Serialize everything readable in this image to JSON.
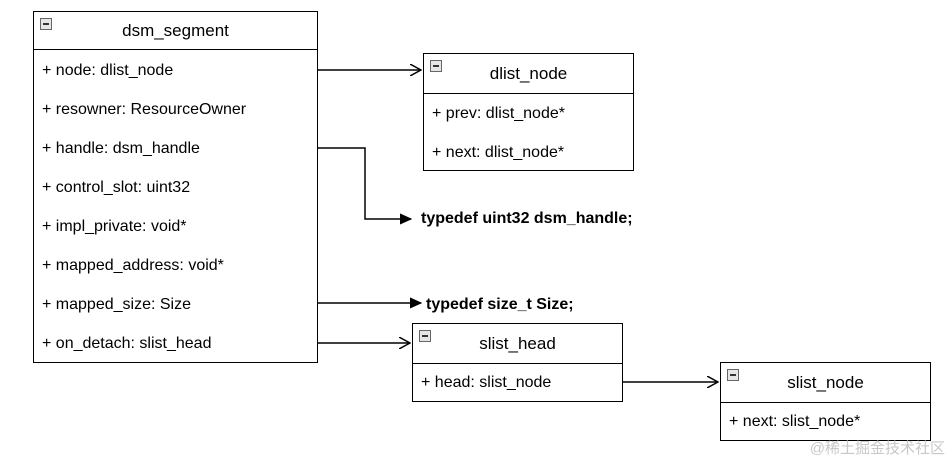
{
  "classes": {
    "dsm_segment": {
      "name": "dsm_segment",
      "fields": [
        "+ node: dlist_node",
        "+ resowner: ResourceOwner",
        "+ handle: dsm_handle",
        "+ control_slot: uint32",
        "+ impl_private: void*",
        "+ mapped_address: void*",
        "+ mapped_size: Size",
        "+ on_detach: slist_head"
      ]
    },
    "dlist_node": {
      "name": "dlist_node",
      "fields": [
        "+ prev: dlist_node*",
        "+ next: dlist_node*"
      ]
    },
    "slist_head": {
      "name": "slist_head",
      "fields": [
        "+ head: slist_node"
      ]
    },
    "slist_node": {
      "name": "slist_node",
      "fields": [
        "+ next: slist_node*"
      ]
    }
  },
  "notes": {
    "dsm_handle": "typedef uint32 dsm_handle;",
    "size": "typedef size_t Size;"
  },
  "watermark": "@稀土掘金技术社区",
  "colors": {
    "line": "#000000",
    "background": "#ffffff",
    "collapse_box": "#e6e6e6"
  }
}
